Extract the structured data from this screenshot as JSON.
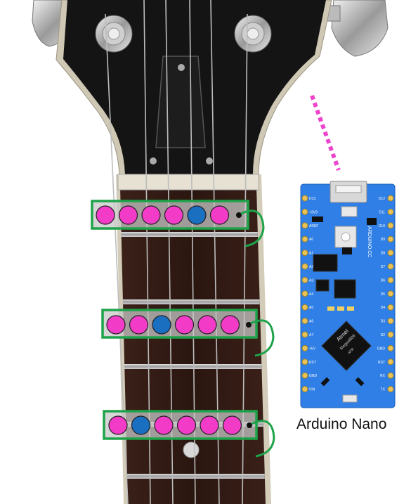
{
  "board": {
    "caption": "Arduino Nano",
    "silk_text": "ARDUINO.CC",
    "chip_brand": "Atmel",
    "chip_model": "Mega4809",
    "chip_suffix": "AFR",
    "left_pins": [
      "D13",
      "+3V3",
      "AREF",
      "A0",
      "A1",
      "A2",
      "A3",
      "A4",
      "A5",
      "A6",
      "A7",
      "+5V",
      "RST",
      "GND",
      "VIN"
    ],
    "right_pins": [
      "D12",
      "D11",
      "D10",
      "D9",
      "D8",
      "D7",
      "D6",
      "D5",
      "D4",
      "D3",
      "D2",
      "GND",
      "RST",
      "RX",
      "TX"
    ]
  },
  "led_strips": [
    {
      "leds": [
        "pink",
        "pink",
        "pink",
        "pink",
        "blue",
        "pink"
      ]
    },
    {
      "leds": [
        "pink",
        "pink",
        "blue",
        "pink",
        "pink",
        "pink"
      ]
    },
    {
      "leds": [
        "pink",
        "blue",
        "pink",
        "pink",
        "pink",
        "pink"
      ]
    }
  ],
  "colors": {
    "led_pink": "#f23cc8",
    "led_blue": "#1a6fc0",
    "frame_green": "#1fa34a",
    "link_magenta": "#ee44cc",
    "board_blue": "#2f7fe6",
    "headstock_black": "#141414",
    "binding_cream": "#d8d2bf",
    "fretboard_dark": "#2a1a14"
  },
  "icons": [
    "tuner-post-icon",
    "truss-rod-cover-icon",
    "usb-connector-icon",
    "microcontroller-chip-icon"
  ]
}
